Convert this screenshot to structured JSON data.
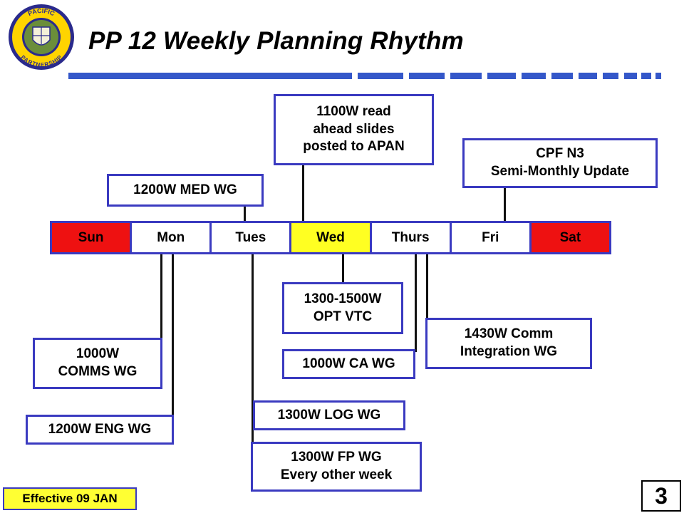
{
  "header": {
    "title": "PP 12 Weekly Planning Rhythm",
    "logo_text_top": "PACIFIC",
    "logo_text_bottom": "PARTNERSHIP"
  },
  "week": {
    "days": [
      {
        "label": "Sun",
        "style": "weekend"
      },
      {
        "label": "Mon",
        "style": "normal"
      },
      {
        "label": "Tues",
        "style": "normal"
      },
      {
        "label": "Wed",
        "style": "highlight"
      },
      {
        "label": "Thurs",
        "style": "normal"
      },
      {
        "label": "Fri",
        "style": "normal"
      },
      {
        "label": "Sat",
        "style": "weekend"
      }
    ]
  },
  "events": {
    "read_ahead": [
      "1100W read",
      "ahead slides",
      "posted to APAN"
    ],
    "med_wg": "1200W MED WG",
    "cpf_n3": [
      "CPF N3",
      "Semi-Monthly Update"
    ],
    "opt_vtc": [
      "1300-1500W",
      "OPT VTC"
    ],
    "comm_integration": [
      "1430W Comm",
      "Integration WG"
    ],
    "ca_wg": "1000W CA WG",
    "comms_wg": [
      "1000W",
      "COMMS WG"
    ],
    "log_wg": "1300W LOG WG",
    "eng_wg": "1200W ENG WG",
    "fp_wg": [
      "1300W FP WG",
      "Every other week"
    ]
  },
  "footer": {
    "effective": "Effective 09 JAN",
    "page_number": "3"
  },
  "colors": {
    "accent_blue": "#3a3ac0",
    "weekend_red": "#ee1111",
    "highlight_yellow": "#ffff22"
  }
}
